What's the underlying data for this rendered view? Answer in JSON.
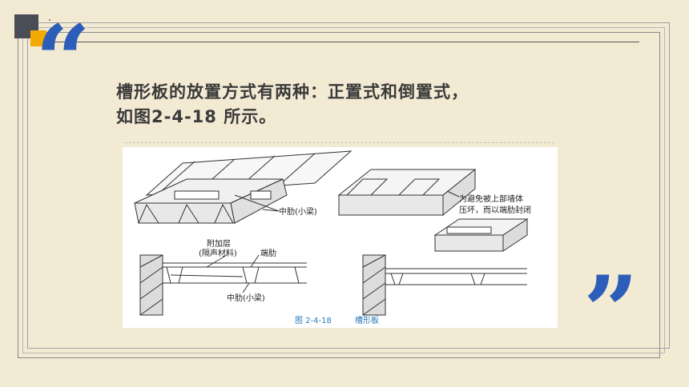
{
  "slide": {
    "heading_line1": "槽形板的放置方式有两种：正置式和倒置式，",
    "heading_line2": "如图2-4-18 所示。"
  },
  "figure": {
    "label_middle_rib_top": "中肋(小梁)",
    "label_note_line1": "为避免被上部墙体",
    "label_note_line2": "压坏，而以端肋封闭",
    "label_additional_layer_line1": "附加层",
    "label_additional_layer_line2": "(隔声材料)",
    "label_end_rib": "端肋",
    "label_middle_rib_bottom": "中肋(小梁)",
    "caption_number": "图 2-4-18",
    "caption_title": "槽形板"
  },
  "colors": {
    "background": "#f3ead4",
    "quote_blue": "#2c5db8",
    "accent_orange": "#f2a900",
    "accent_dark": "#4a4d55",
    "caption_blue": "#2a7ab8"
  },
  "icons": [
    "open-quote-icon",
    "close-quote-icon"
  ]
}
